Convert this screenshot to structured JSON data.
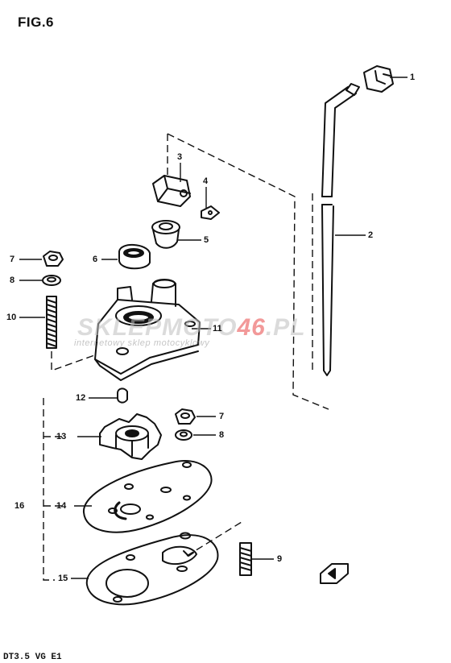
{
  "title": "FIG.6",
  "footer": "DT3.5 VG E1",
  "watermark": {
    "brand_a": "SKLEPMOTO",
    "brand_b": "46",
    "brand_c": ".PL",
    "tagline": "internetowy sklep motocyklowy"
  },
  "callouts": {
    "c1": "1",
    "c2": "2",
    "c3": "3",
    "c4": "4",
    "c5": "5",
    "c6": "6",
    "c7a": "7",
    "c8a": "8",
    "c10": "10",
    "c11": "11",
    "c12": "12",
    "c7b": "7",
    "c13": "13",
    "c8b": "8",
    "c16": "16",
    "c14": "14",
    "c9": "9",
    "c15": "15"
  }
}
